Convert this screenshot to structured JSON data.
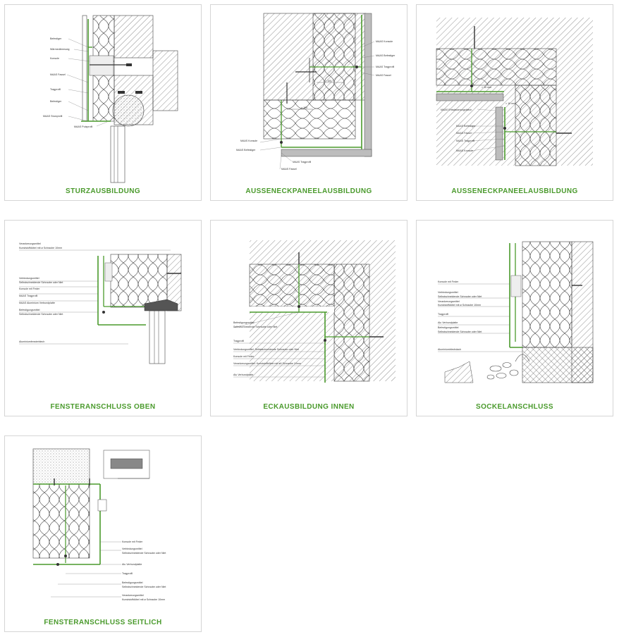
{
  "accent": "#4a9a2c",
  "cards": [
    {
      "caption": "STURZAUSBILDUNG",
      "labels": [
        "Befestiger",
        "Wärmedämmung",
        "Konsole",
        "MAAS Fassel",
        "Tragprofil",
        "Befestiger",
        "MAAS Sturzprofil",
        "MAAS Putzprofil"
      ]
    },
    {
      "caption": "AUSSENECKPANEELAUSBILDUNG",
      "labels": [
        "MAAS Konsole",
        "MAAS Befestiger",
        "MAAS Tragprofil",
        "MAAS Fassel",
        "> 100",
        "> 100",
        "MAAS Konsole",
        "MAAS Befestiger",
        "MAAS Tragprofil",
        "MAAS Fassel"
      ]
    },
    {
      "caption": "AUSSENECKPANEELAUSBILDUNG",
      "labels": [
        "> 10 mm",
        "> 10 mm",
        "MAAS Entwässerungsblech",
        "MAAS Befestiger",
        "MAAS Fassel",
        "MAAS Tragprofil",
        "MAAS Konsole"
      ]
    },
    {
      "caption": "FENSTERANSCHLUSS OBEN",
      "labels": [
        "Verankerungsmittel",
        "Kunststoffdübel mit ø Schraube 10mm",
        "Verbindungsmittel",
        "Selbstschneidende Schraube oder Niet",
        "Konsole mit Feder",
        "MAAS Tragprofil",
        "MAAS Aluminium Verbundplatte",
        "Befestigungsmittel",
        "Selbstschneidende Schraube oder Niet",
        "Aluminiumfensterblech"
      ]
    },
    {
      "caption": "ECKAUSBILDUNG INNEN",
      "labels": [
        "Befestigungsmittel",
        "Selbstschneidende Schraube oder Niet",
        "Tragprofil",
        "Verbindungsmittel: Selbstschneidende Schraube oder Niet",
        "Konsole mit Feder",
        "Verankerungsmittel: Kunststoffdübel mit ø6 Schraube 10mm",
        "Alu Verbundplatte"
      ]
    },
    {
      "caption": "SOCKELANSCHLUSS",
      "labels": [
        "Konsole mit Feder",
        "Verbindungsmittel",
        "Selbstschneidende Schraube oder Niet",
        "Verankerungsmittel",
        "Kunststoffdübel mit ø Schraube 10mm",
        "Tragprofil",
        "Alu Verbundplatte",
        "Befestigungsmittel",
        "Selbstschneidende Schraube oder Niet",
        "Aluminiumblechdach"
      ]
    },
    {
      "caption": "FENSTERANSCHLUSS SEITLICH",
      "labels": [
        "Konsole mit Feder",
        "Verbindungsmittel",
        "Selbstschneidende Schraube oder Niet",
        "Alu Verbundplatte",
        "Tragprofil",
        "Befestigungsmittel",
        "Selbstschneidende Schraube oder Niet",
        "Verankerungsmittel",
        "Kunststoffdübel mit ø Schraube 10mm"
      ]
    }
  ]
}
